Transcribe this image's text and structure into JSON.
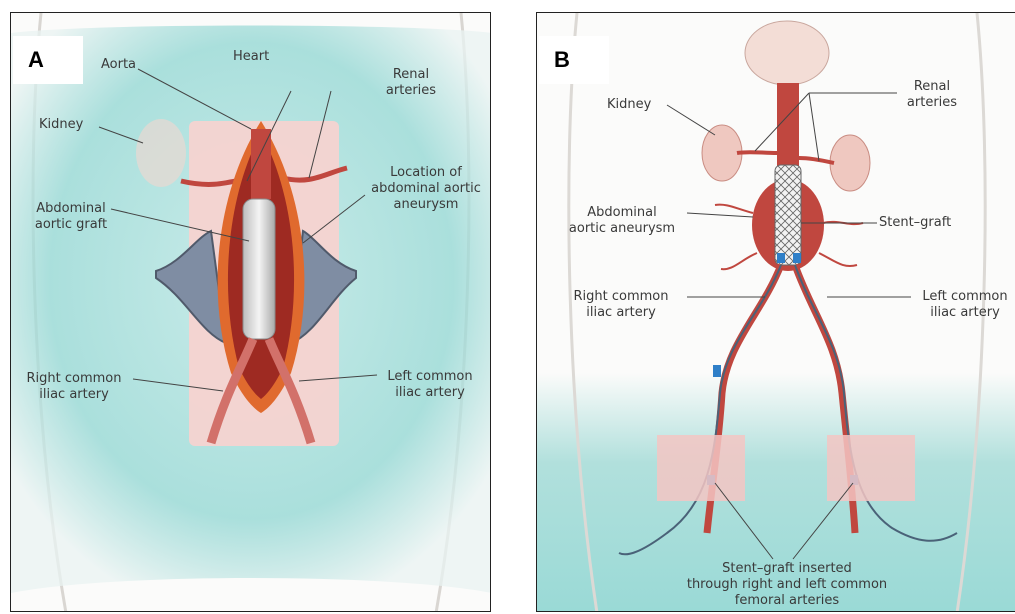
{
  "panel_a": {
    "letter": "A",
    "labels": {
      "heart": "Heart",
      "aorta": "Aorta",
      "renal_1": "Renal",
      "renal_2": "arteries",
      "kidney": "Kidney",
      "location_1": "Location of",
      "location_2": "abdominal aortic",
      "location_3": "aneurysm",
      "graft_1": "Abdominal",
      "graft_2": "aortic graft",
      "right_iliac_1": "Right common",
      "right_iliac_2": "iliac artery",
      "left_iliac_1": "Left common",
      "left_iliac_2": "iliac artery"
    }
  },
  "panel_b": {
    "letter": "B",
    "labels": {
      "kidney": "Kidney",
      "renal_1": "Renal",
      "renal_2": "arteries",
      "aneurysm_1": "Abdominal",
      "aneurysm_2": "aortic aneurysm",
      "stent_graft": "Stent–graft",
      "right_iliac_1": "Right common",
      "right_iliac_2": "iliac artery",
      "left_iliac_1": "Left common",
      "left_iliac_2": "iliac artery",
      "inserted_1": "Stent–graft inserted",
      "inserted_2": "through right and left common",
      "inserted_3": "femoral arteries"
    }
  },
  "colors": {
    "drape": "#8fd6d2",
    "artery": "#c0473f",
    "tissue": "#f3c6c3",
    "graft": "#e6e6e6",
    "stent_marker": "#2f7fc8"
  }
}
